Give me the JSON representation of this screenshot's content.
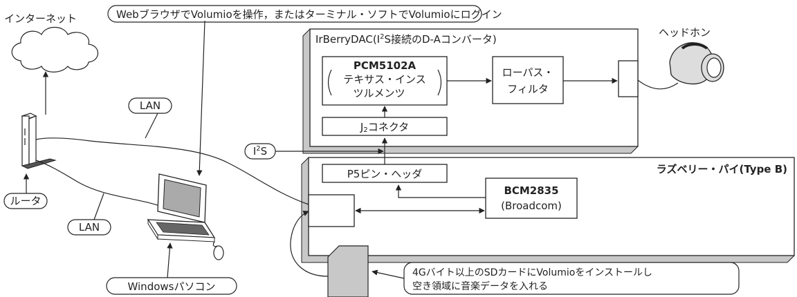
{
  "labels": {
    "internet": "インターネット",
    "top_note": "Webブラウザで",
    "top_note_2": "Volumio",
    "top_note_3": "を操作，または",
    "top_note_4": "ターミナル・ソフトで",
    "top_note_5": "Volumio",
    "top_note_6": "にログイン",
    "headphone": "ヘッドホン",
    "irberry_a": "IrBerryDAC(I",
    "irberry_sup": "2",
    "irberry_b": "S接続のD-Aコンバータ)",
    "pcm_chip": "PCM5102A",
    "pcm_maker_1": "テキサス・インス",
    "pcm_maker_2": "ツルメンツ",
    "lowpass_1": "ローパス・",
    "lowpass_2": "フィルタ",
    "j2_a": "J",
    "j2_sub": "2",
    "j2_b": "コネクタ",
    "lan_1": "LAN",
    "lan_2": "LAN",
    "i2s_a": "I",
    "i2s_sup": "2",
    "i2s_b": "S",
    "router": "ルータ",
    "p5_header": "P5ピン・ヘッダ",
    "raspi_a": "ラズベリー・パイ",
    "raspi_b": "(Type B)",
    "bcm_chip": "BCM2835",
    "bcm_maker": "(Broadcom)",
    "sd_note_1": "4Gバイト以上のSDカードにVolumioをインストールし",
    "sd_note_2": "空き領域に音楽データを入れる",
    "windows_pc": "Windowsパソコン"
  },
  "colors": {
    "line": "#222222",
    "shade": "#c8c8c8",
    "background": "#ffffff"
  }
}
